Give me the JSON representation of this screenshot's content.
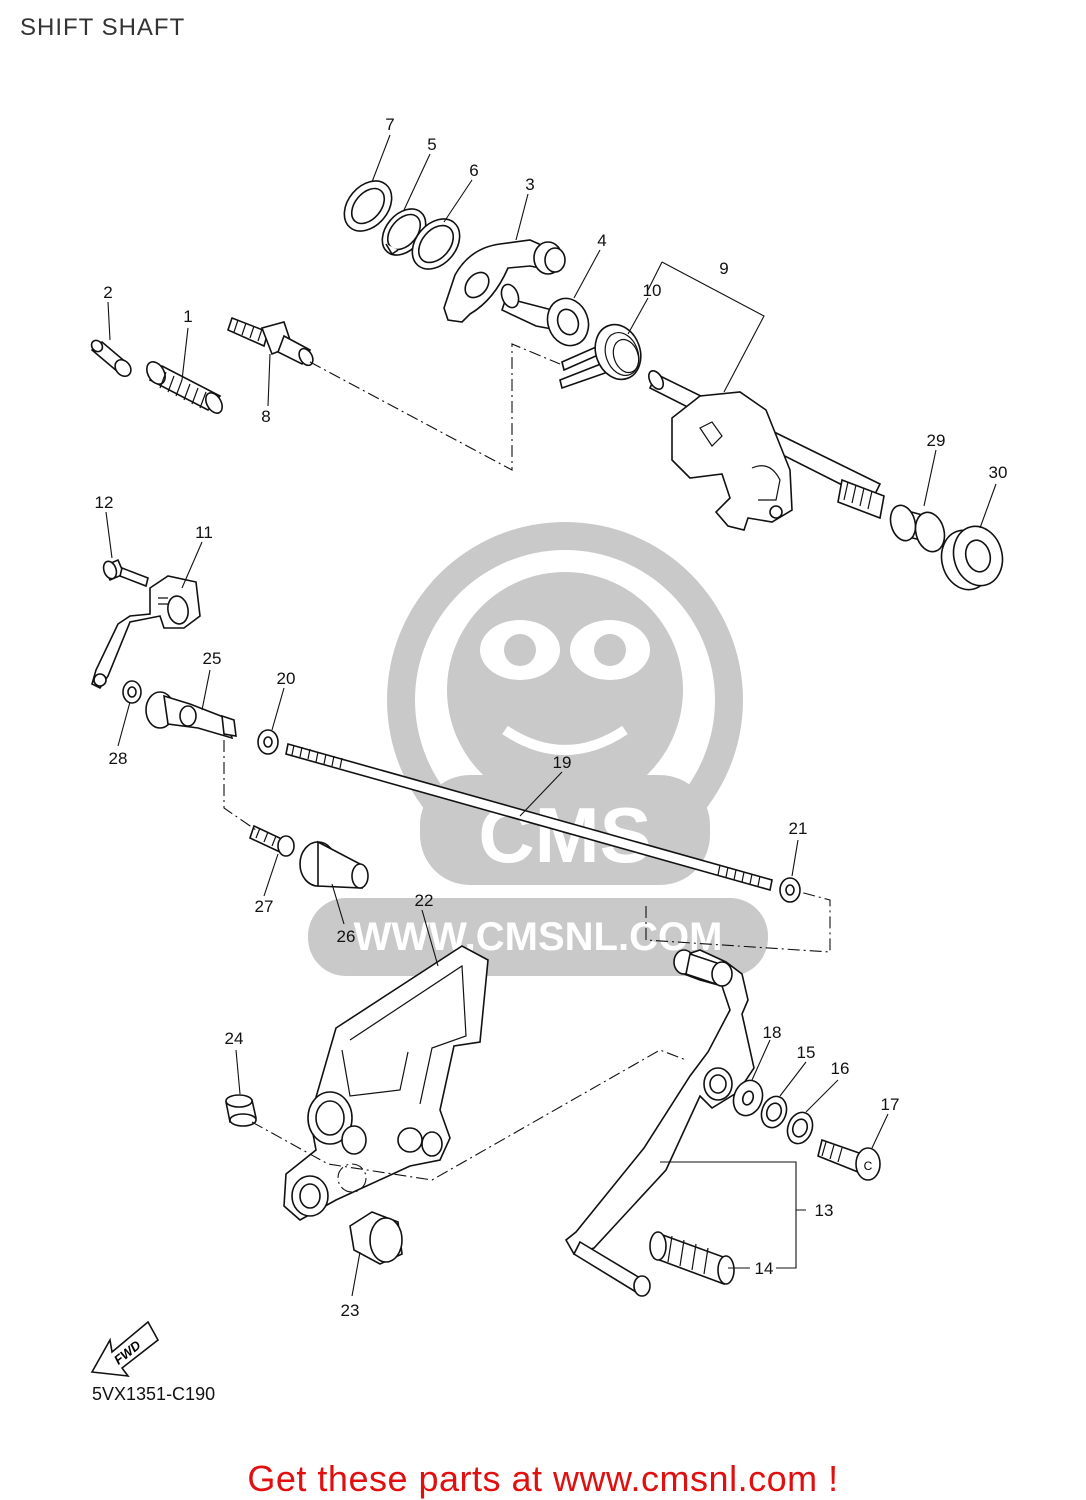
{
  "page": {
    "title": "SHIFT SHAFT",
    "diagram_code": "5VX1351-C190",
    "fwd_label": "FWD",
    "promo_text": "Get these parts at www.cmsnl.com !",
    "promo_color": "#e01010"
  },
  "watermark": {
    "brand": "CMS",
    "url_text": "WWW.CMSNL.COM",
    "color": "#c9c9c9"
  },
  "callouts": [
    "1",
    "2",
    "3",
    "4",
    "5",
    "6",
    "7",
    "8",
    "9",
    "10",
    "11",
    "12",
    "13",
    "14",
    "15",
    "16",
    "17",
    "18",
    "19",
    "20",
    "21",
    "22",
    "23",
    "24",
    "25",
    "26",
    "27",
    "28",
    "29",
    "30"
  ]
}
